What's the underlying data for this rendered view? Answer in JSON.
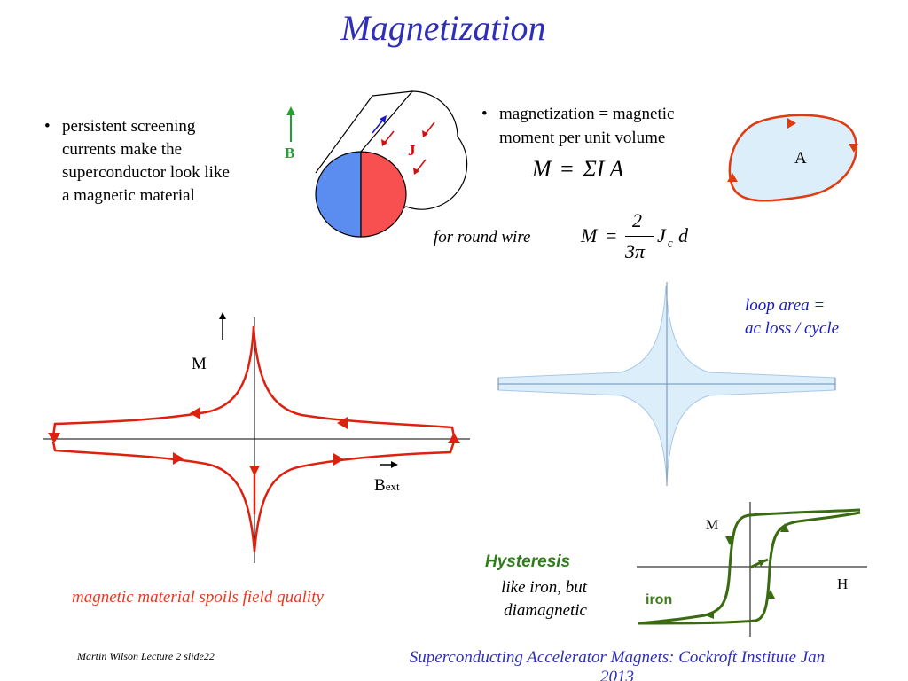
{
  "title": "Magnetization",
  "left_bullet": {
    "lines": [
      "persistent screening",
      "currents make the",
      "superconductor look like",
      "a magnetic material"
    ]
  },
  "right_bullet": {
    "lines": [
      "magnetization = magnetic",
      "moment per unit volume"
    ]
  },
  "cylinder": {
    "b_label": "B",
    "j_label": "J"
  },
  "loop_label": "A",
  "formula_sum": {
    "lhs": "M",
    "eq": "=",
    "rhs": "ΣI A"
  },
  "round_wire_label": "for round wire",
  "formula_round": {
    "lhs": "M",
    "num": "2",
    "den": "3π",
    "j": "J",
    "sub": "c",
    "d": "d"
  },
  "main_plot": {
    "ylabel": "M",
    "xlabel": "B",
    "xlabel_sub": "ext"
  },
  "loop_note": [
    "loop area =",
    "ac loss / cycle"
  ],
  "spoils_note": "magnetic material spoils field quality",
  "hysteresis": {
    "title": "Hysteresis",
    "sub": [
      "like iron, but",
      "diamagnetic"
    ],
    "ylabel": "M",
    "xlabel": "H",
    "curve_label": "iron"
  },
  "footer_left": "Martin Wilson Lecture 2 slide22",
  "footer_right": [
    "Superconducting Accelerator Magnets:  Cockroft Institute Jan",
    "2013"
  ],
  "colors": {
    "title_blue": "#2e2eb8",
    "red_curve": "#e0200f",
    "green_curve": "#3a6b10",
    "loop_fill": "#dceefa"
  }
}
